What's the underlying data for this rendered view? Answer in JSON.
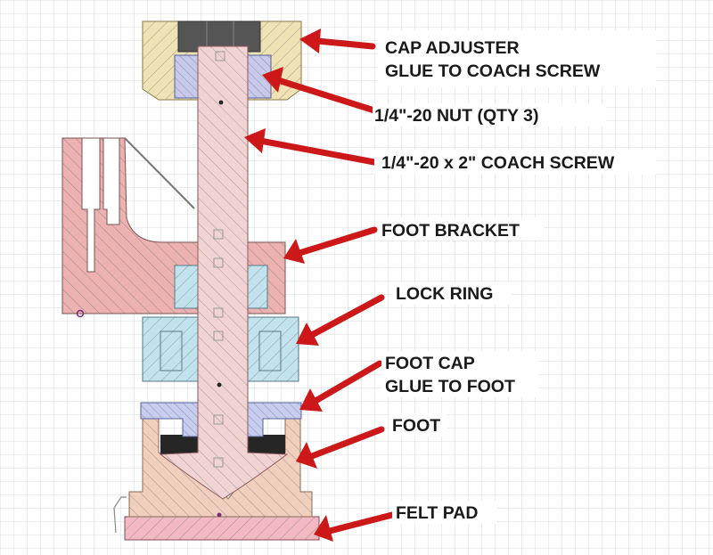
{
  "labels": {
    "cap_adjuster": "CAP ADJUSTER",
    "cap_adjuster_note": "GLUE TO COACH SCREW",
    "nut": "1/4\"-20 NUT (QTY 3)",
    "coach_screw": "1/4\"-20 x 2\" COACH SCREW",
    "foot_bracket": "FOOT BRACKET",
    "lock_ring": "LOCK RING",
    "foot_cap": "FOOT CAP",
    "foot_cap_note": "GLUE TO FOOT",
    "foot": "FOOT",
    "felt_pad": "FELT PAD"
  },
  "colors": {
    "background": "#ffffff",
    "grid": "#d6dade",
    "cap_adjuster": "#efe3b5",
    "nut": "#c6c9ea",
    "coach_screw": "#f1d3d3",
    "foot_bracket": "#ecb1b1",
    "lock_ring": "#c2e2ee",
    "foot_cap": "#c6cdef",
    "foot": "#f0cfbd",
    "felt_pad": "#f3b9c2",
    "dark_ring": "#262626",
    "arrow": "#cc1818",
    "text": "#1a1a1a"
  }
}
